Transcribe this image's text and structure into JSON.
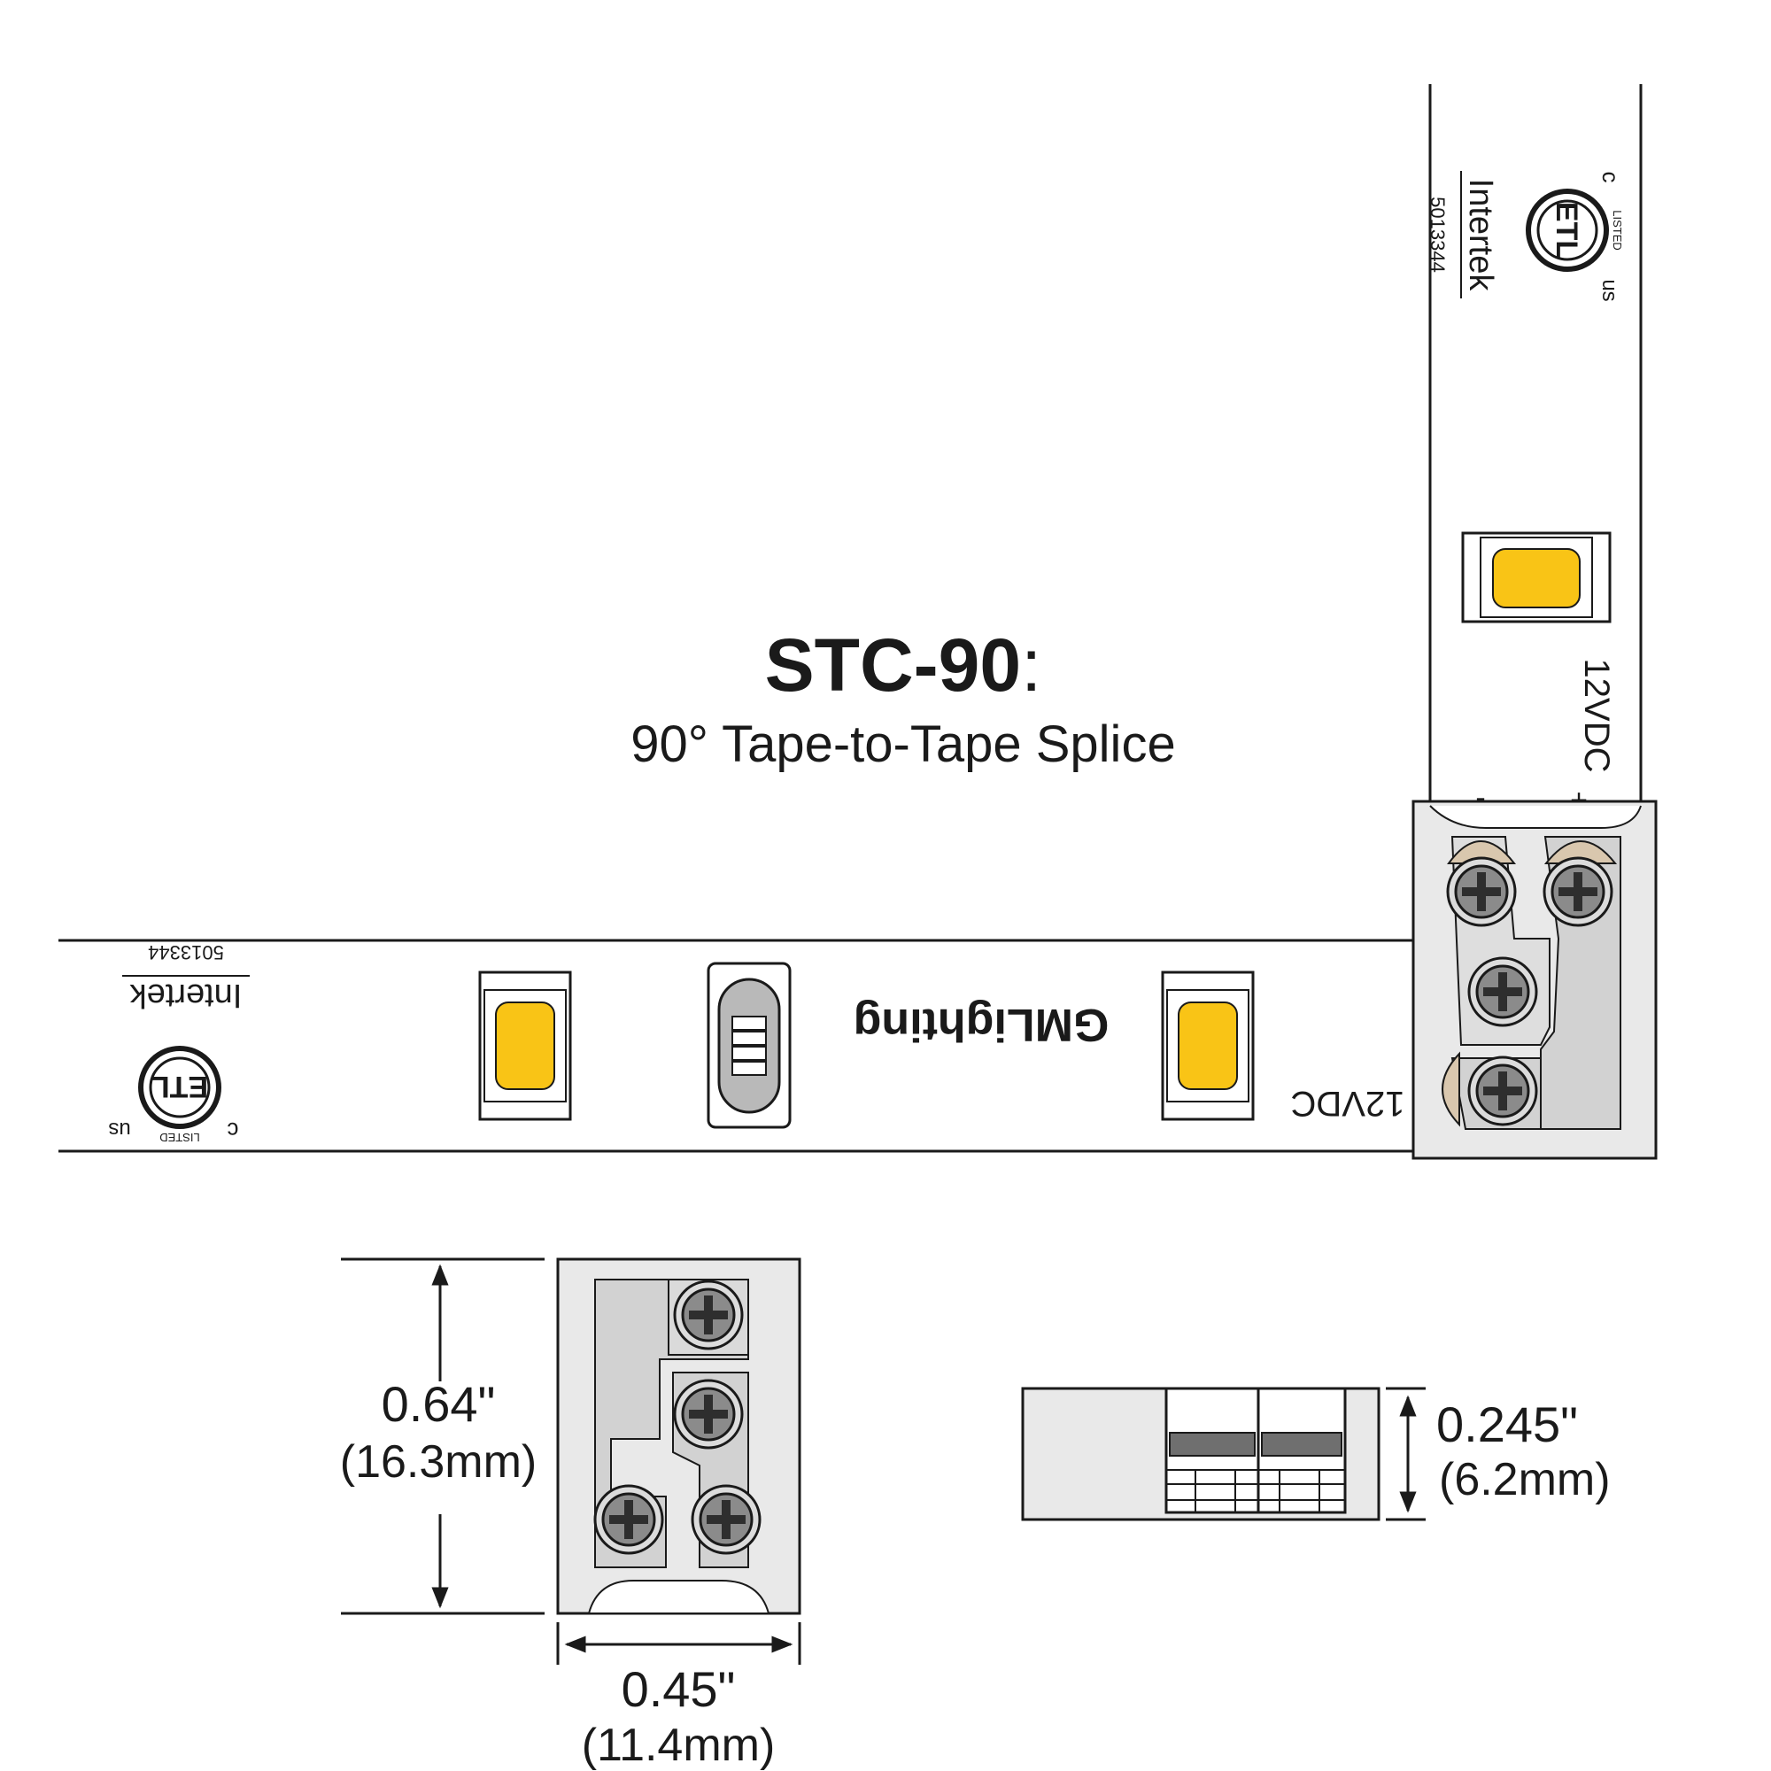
{
  "title": {
    "model": "STC-90",
    "colon": ":",
    "subtitle": "90° Tape-to-Tape Splice"
  },
  "tape_marking": {
    "brand": "GMLighting",
    "cert_company": "Intertek",
    "cert_number": "5013344",
    "cert_mark": "ETL",
    "cert_listed": "LISTED",
    "cert_c": "c",
    "cert_us": "us",
    "voltage": "12VDC",
    "plus": "+",
    "minus": "-"
  },
  "dimensions": {
    "height_in": "0.64\"",
    "height_mm": "(16.3mm)",
    "width_in": "0.45\"",
    "width_mm": "(11.4mm)",
    "depth_in": "0.245\"",
    "depth_mm": "(6.2mm)"
  },
  "colors": {
    "led": "#f9c416",
    "connector_body": "#e9e9e9",
    "clamp_plate": "#d2d2d2",
    "contact_tan": "#d9c7ae",
    "screw": "#8b8b8b",
    "line": "#1a1a1a"
  },
  "icons": {
    "screw": "phillips-screw-icon",
    "arrow": "dimension-arrow-icon"
  }
}
